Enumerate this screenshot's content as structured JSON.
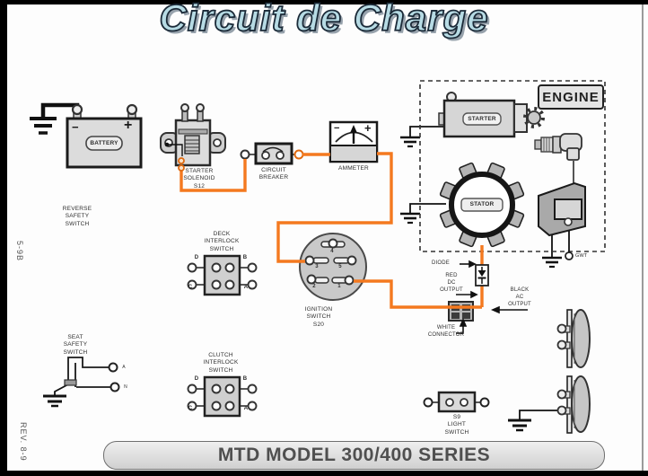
{
  "title": "Circuit de Charge",
  "colors": {
    "wire_orange": "#F4791F",
    "title_fill": "#B7DBE4",
    "component_gray": "#D8D8D8"
  },
  "battery": {
    "label": "BATTERY",
    "minus": "−",
    "plus": "+"
  },
  "starter_solenoid": {
    "label": "STARTER\nSOLENOID\nS12"
  },
  "reverse_safety_switch": {
    "label": "REVERSE\nSAFETY\nSWITCH"
  },
  "circuit_breaker": {
    "label": "CIRCUIT\nBREAKER"
  },
  "ammeter": {
    "label": "AMMETER",
    "minus": "−",
    "plus": "+"
  },
  "engine": {
    "label": "ENGINE"
  },
  "starter": {
    "label": "STARTER"
  },
  "stator": {
    "label": "STATOR"
  },
  "magneto": {
    "gwt_label": "GWT"
  },
  "ignition_switch": {
    "label": "IGNITION\nSWITCH\nS20",
    "terminals": [
      "4",
      "3",
      "5",
      "2",
      "1"
    ]
  },
  "deck_interlock_switch": {
    "label": "DECK\nINTERLOCK\nSWITCH",
    "terminals": [
      "D",
      "B",
      "C",
      "A"
    ]
  },
  "clutch_interlock_switch": {
    "label": "CLUTCH\nINTERLOCK\nSWITCH",
    "terminals": [
      "D",
      "B",
      "C",
      "A"
    ]
  },
  "seat_safety_switch": {
    "label": "SEAT\nSAFETY\nSWITCH",
    "terminals": [
      "A",
      "N"
    ]
  },
  "diode": {
    "label": "DIODE"
  },
  "red_dc_output": {
    "label": "RED\nDC\nOUTPUT"
  },
  "black_ac_output": {
    "label": "BLACK\nAC\nOUTPUT"
  },
  "white_connector": {
    "label": "WHITE\nCONNECTOR"
  },
  "light_switch": {
    "label": "S9\nLIGHT\nSWITCH"
  },
  "footer": {
    "model_label": "MTD MODEL 300/400 SERIES"
  },
  "margins": {
    "page_ref": "5-9B",
    "revision": "REV. 8-9"
  }
}
